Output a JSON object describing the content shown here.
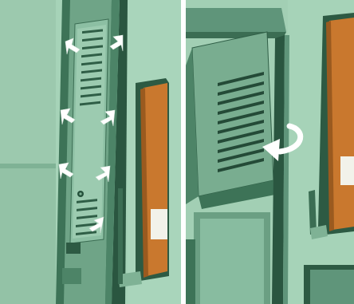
{
  "figure": {
    "panels": [
      {
        "id": "left",
        "depicts": "vent-cover-with-clips",
        "arrow_count": 7,
        "arrow_color": "#ffffff"
      },
      {
        "id": "right",
        "depicts": "vent-cover-being-removed",
        "arrow_count": 1,
        "arrow_color": "#ffffff"
      }
    ],
    "colors": {
      "appliance_body": "#9fcdb2",
      "appliance_dark": "#2f5e46",
      "slot_dark": "#244a37",
      "accent_orange": "#c9782e",
      "divider": "#ffffff"
    }
  }
}
